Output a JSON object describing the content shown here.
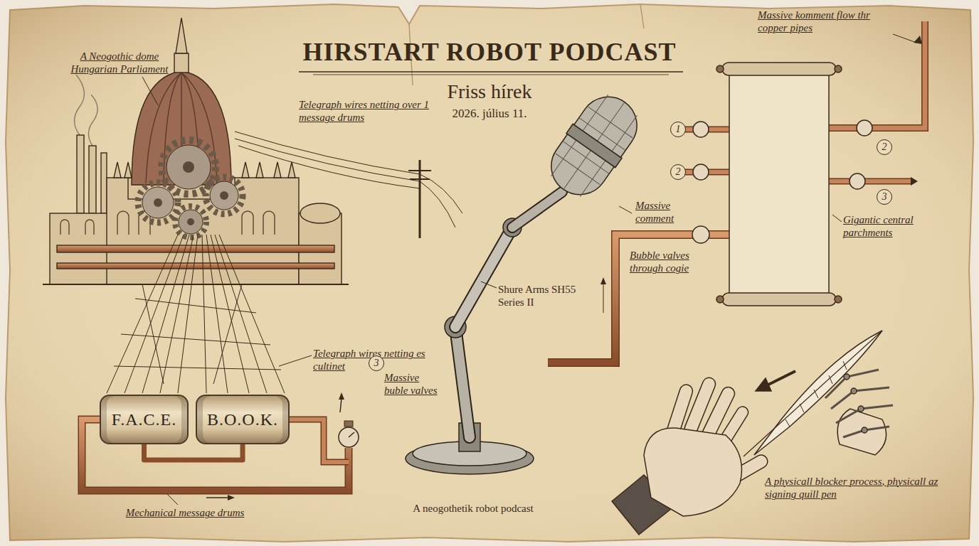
{
  "diagram": {
    "title": "HIRSTART ROBOT PODCAST",
    "nodes": [
      {
        "text": [
          "F.A.C.E."
        ]
      },
      {
        "text": [
          "B.O.O.K."
        ]
      }
    ],
    "edges": [
      {
        "from": 0,
        "to": 1,
        "arrow": "none"
      }
    ],
    "labels": [
      "A Neogothic dome Hungarian Parliament",
      "Telegraph wires netting over 1 message drums",
      "Friss hírek",
      "2026. július 11.",
      "Massive komment flow thr copper pipes",
      "1",
      "2",
      "2",
      "Massive comment",
      "3",
      "Gigantic central parchments",
      "Bubble valves through cogie",
      "Shure Arms SH55 Series II",
      "Telegraph wires netting es cultinet",
      "3",
      "Massive buble valves",
      "Mechanical message drums",
      "A neogothetik robot podcast",
      "A physicall blocker process, physicall az signing quill pen"
    ]
  }
}
